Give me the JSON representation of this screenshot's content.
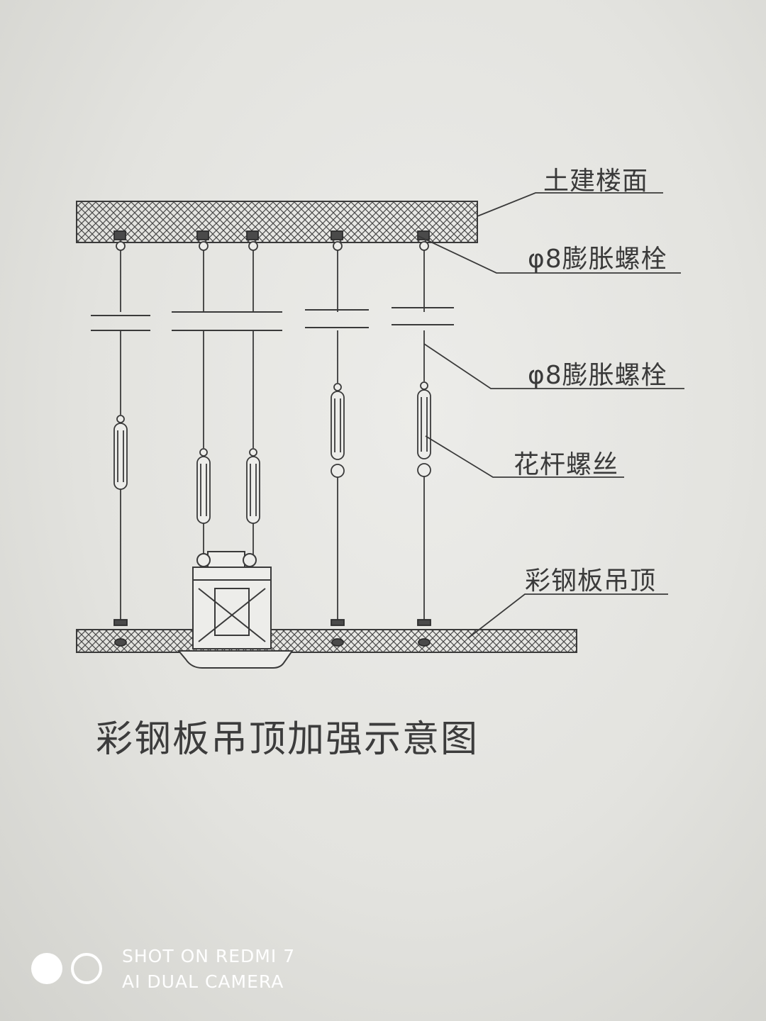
{
  "labels": {
    "floor": "土建楼面",
    "bolt_top": "φ8膨胀螺栓",
    "bolt_mid": "φ8膨胀螺栓",
    "turnbuckle": "花杆螺丝",
    "ceiling": "彩钢板吊顶"
  },
  "caption": "彩钢板吊顶加强示意图",
  "watermark": {
    "line1": "SHOT ON REDMI 7",
    "line2": "AI DUAL CAMERA"
  },
  "colors": {
    "ink": "#3a3a3a",
    "paper": "#e6e6e2"
  }
}
